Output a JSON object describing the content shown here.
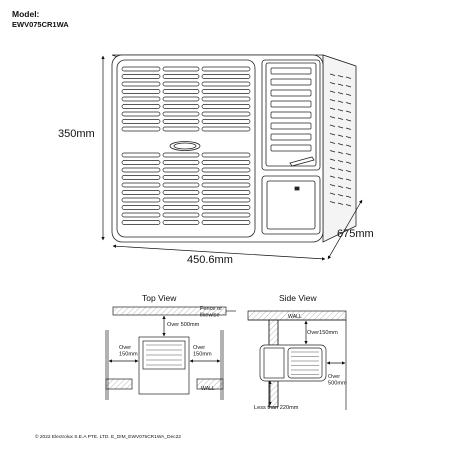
{
  "model": {
    "label": "Model:",
    "code": "EWV075CR1WA"
  },
  "dimensions": {
    "height": "350mm",
    "width": "450.6mm",
    "depth": "675mm"
  },
  "top_view": {
    "title": "Top View",
    "fence_label": "Fence or\nlikewise",
    "clearance_back": "Over 500mm",
    "clearance_left": "Over\n150mm",
    "clearance_right": "Over\n150mm",
    "wall_label": "WALL"
  },
  "side_view": {
    "title": "Side View",
    "wall_label": "WALL",
    "clearance_top": "Over150mm",
    "clearance_back": "Over\n500mm",
    "clearance_bottom": "Less than 220mm"
  },
  "footer": "© 2022 Electrolux S.E.A PTE. LTD. E_DIM_EWV075CR1WA_Dec22"
}
